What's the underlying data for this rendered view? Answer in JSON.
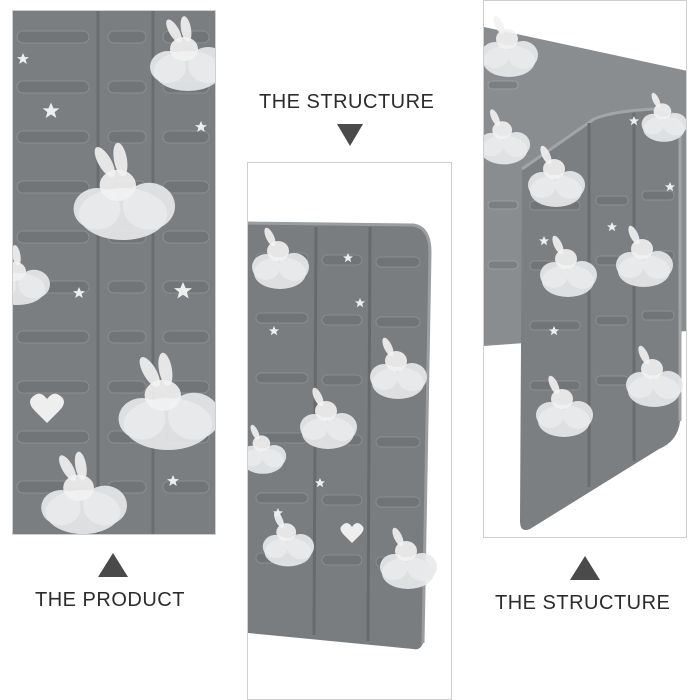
{
  "captions": {
    "top": "THE STRUCTURE",
    "left": "THE PRODUCT",
    "right": "THE STRUCTURE"
  },
  "panels": [
    {
      "name": "product-photo",
      "subject": "grey foil panel with white bunny and cloud print"
    },
    {
      "name": "structure-photo-folded-corner",
      "subject": "panel corner bending forward"
    },
    {
      "name": "structure-photo-folding",
      "subject": "panel standing while folding"
    }
  ],
  "colors": {
    "panel_grey": "#7d8082",
    "rib_grey": "#6c6f71",
    "print_white": "#e8e9ea",
    "arrow": "#4a4a4a",
    "caption": "#2b2b2b"
  },
  "icons": [
    "arrow-down-icon",
    "arrow-up-icon",
    "bunny-cloud-icon",
    "star-icon",
    "heart-icon"
  ]
}
